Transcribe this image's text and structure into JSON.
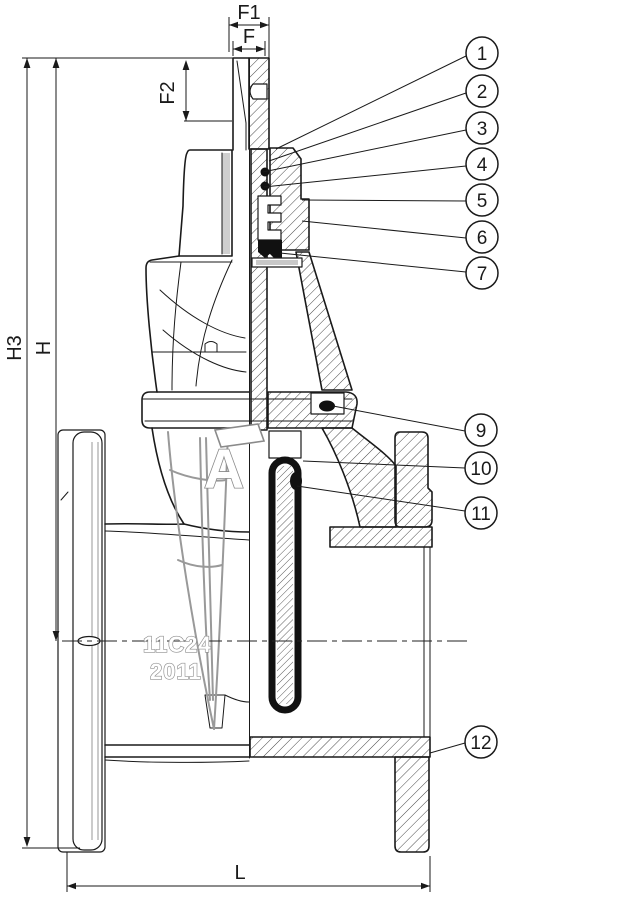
{
  "drawing": {
    "dimension_labels": {
      "f1": "F1",
      "f": "F",
      "f2": "F2",
      "h3": "H3",
      "h": "H",
      "l": "L"
    },
    "cast_marks": {
      "code": "11C24",
      "year": "2011",
      "logo_letter": "A"
    },
    "callouts": [
      "1",
      "2",
      "3",
      "4",
      "5",
      "6",
      "7",
      "9",
      "10",
      "11",
      "12"
    ],
    "colors": {
      "line": "#1a1a1a",
      "gray": "#9a9a9a",
      "background": "#ffffff",
      "seal_black": "#111111"
    }
  }
}
